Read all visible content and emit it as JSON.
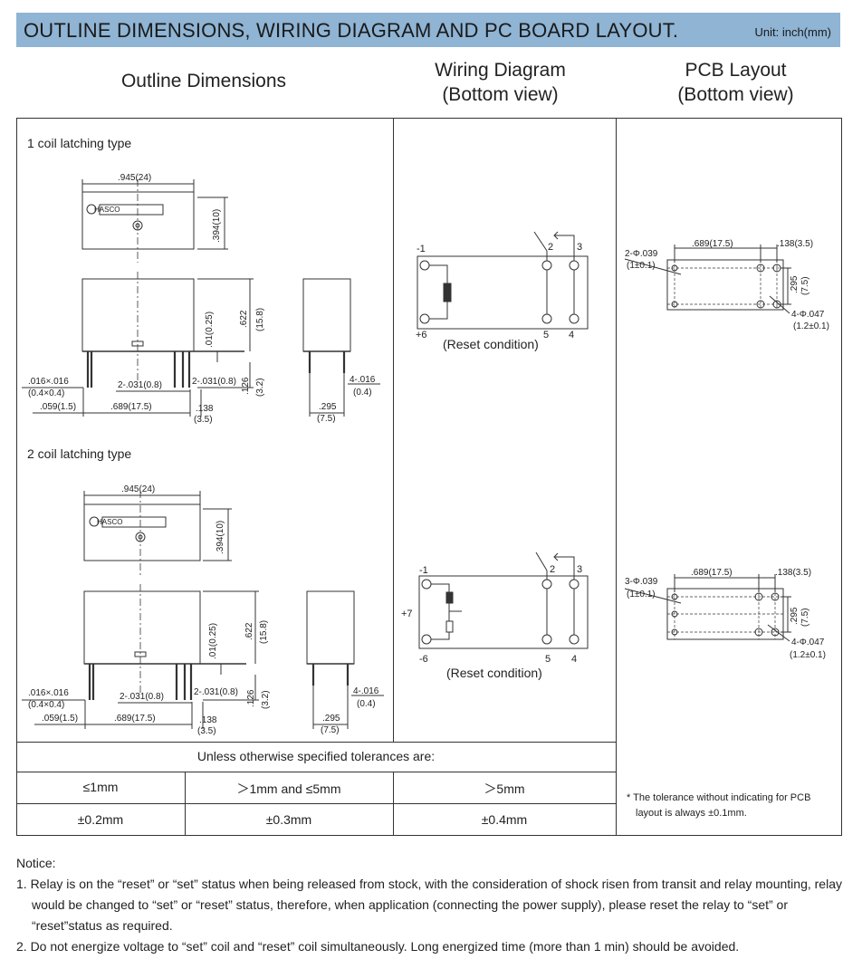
{
  "header": {
    "title": "OUTLINE DIMENSIONS, WIRING DIAGRAM AND PC BOARD LAYOUT.",
    "unit": "Unit: inch(mm)"
  },
  "columns": {
    "outline": "Outline Dimensions",
    "wiring_line1": "Wiring Diagram",
    "wiring_line2": "(Bottom view)",
    "pcb_line1": "PCB Layout",
    "pcb_line2": "(Bottom view)"
  },
  "sections": {
    "one_coil": "1 coil latching type",
    "two_coil": "2 coil latching type"
  },
  "brand": "HASCO",
  "dims": {
    "width": ".945(24)",
    "depth": ".394(10)",
    "height": ".622",
    "height_mm": "(15.8)",
    "pin_top": ".01(0.25)",
    "pin_section": ".016×.016",
    "pin_section_mm": "(0.4×0.4)",
    "edge": ".059(1.5)",
    "pin_pitch_a": "2-.031(0.8)",
    "pin_pitch_b": "2-.031(0.8)",
    "pitch": ".689(17.5)",
    "pitch2": ".138",
    "pitch2_mm": "(3.5)",
    "pin_len": ".126",
    "pin_len_mm": "(3.2)",
    "side_pin": "4-.016",
    "side_pin_mm": "(0.4)",
    "side_w": ".295",
    "side_w_mm": "(7.5)"
  },
  "wiring": {
    "pin1": "-1",
    "pin2": "2",
    "pin3": "3",
    "pin4": "4",
    "pin5": "5",
    "pin6": "+6",
    "pin7": "+7",
    "pin6b": "-6",
    "reset": "(Reset condition)"
  },
  "pcb": {
    "hole1": "2-Φ.039",
    "hole1b": "3-Φ.039",
    "hole1_mm": "(1±0.1)",
    "pitch": ".689(17.5)",
    "pitch2": ".138(3.5)",
    "span": ".295",
    "span_mm": "(7.5)",
    "hole2": "4-Φ.047",
    "hole2_mm": "(1.2±0.1)"
  },
  "tolerances": {
    "heading": "Unless otherwise specified tolerances are:",
    "ranges": [
      "≤1mm",
      "＞1mm and ≤5mm",
      "＞5mm"
    ],
    "values": [
      "±0.2mm",
      "±0.3mm",
      "±0.4mm"
    ],
    "pcb_note_line1": "* The tolerance without indicating for PCB",
    "pcb_note_line2": "layout is always ±0.1mm."
  },
  "notice": {
    "title": "Notice:",
    "items": [
      "1. Relay is on the “reset” or “set” status when being released from stock, with the consideration of shock risen from transit and relay mounting, relay would be changed to “set” or “reset” status, therefore, when application (connecting the power supply), please reset the relay to “set” or “reset”status as required.",
      "2. Do not energize voltage to “set” coil and “reset” coil simultaneously. Long energized time (more than 1 min) should be avoided."
    ]
  }
}
